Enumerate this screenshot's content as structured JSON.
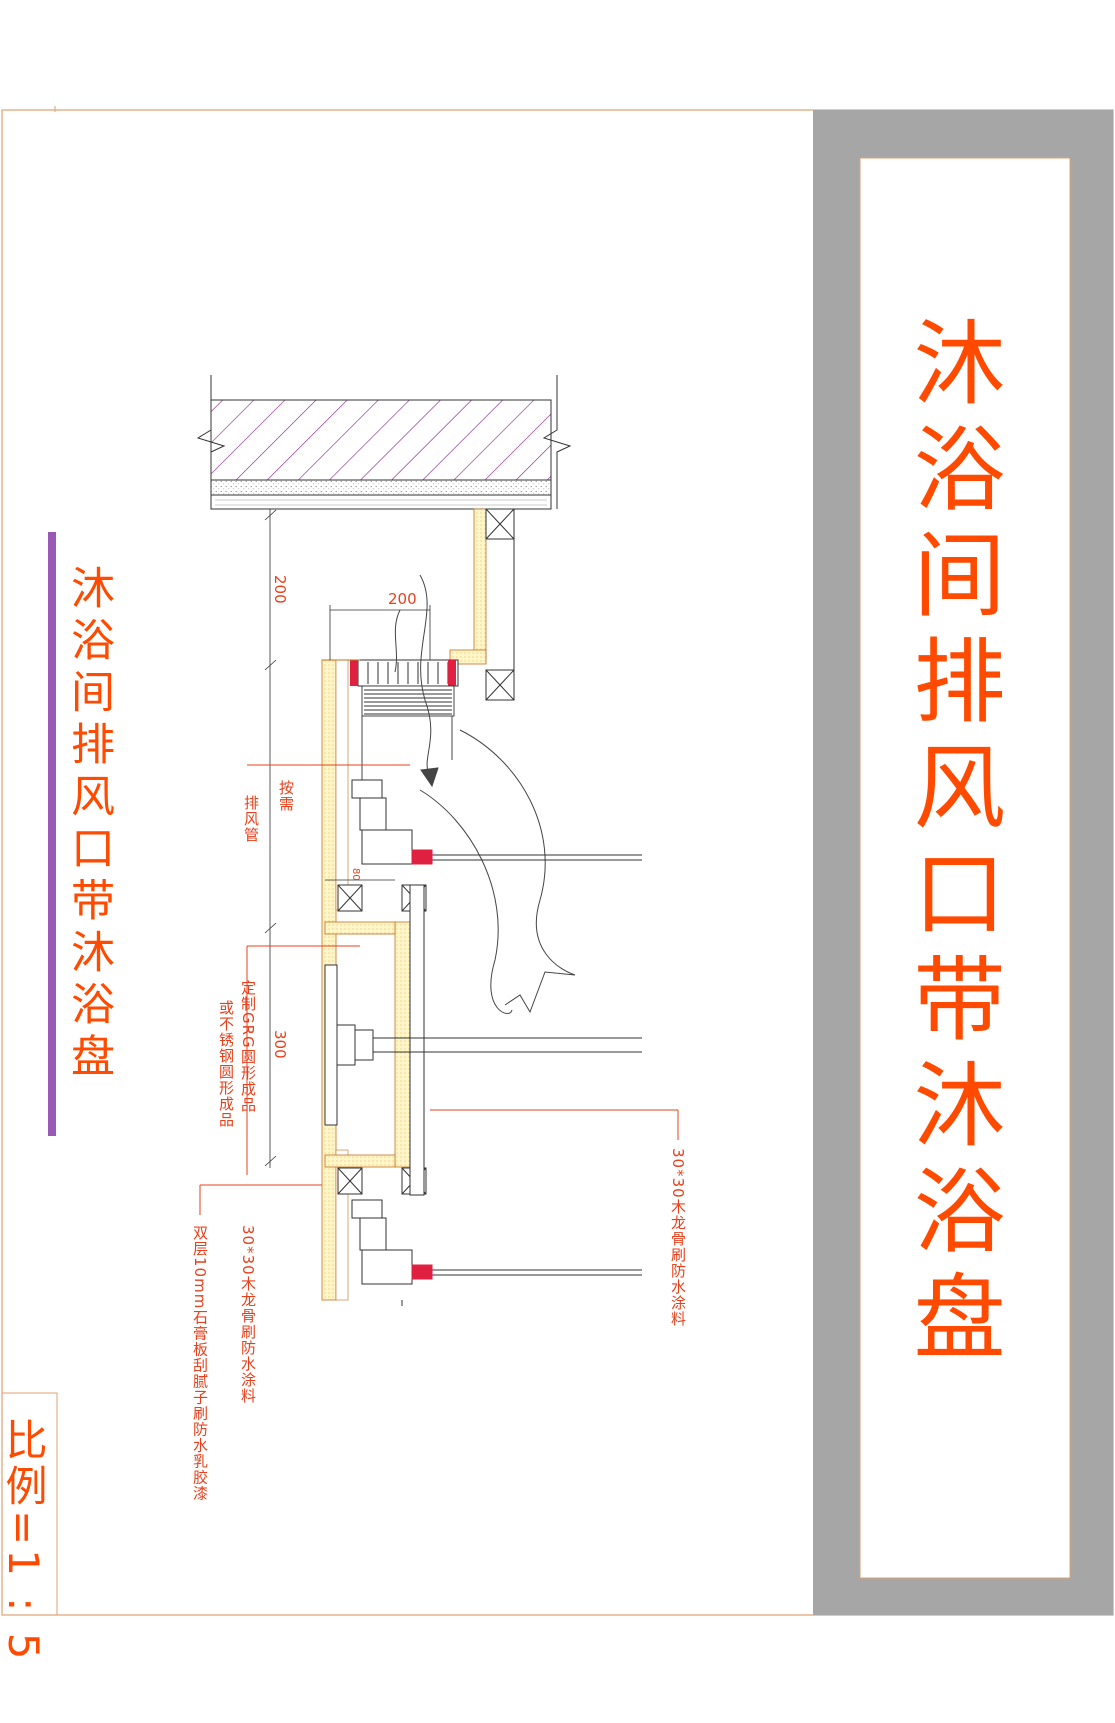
{
  "drawing": {
    "main_title": "沐浴间排风口带沐浴盘",
    "side_title": "沐浴间排风口带沐浴盘",
    "scale": "比例=1 : 5"
  },
  "labels": {
    "button": "按需",
    "exhaust_pipe": "排风管",
    "grg_line1": "定制GRG圆形成品",
    "grg_line2": "或不锈钢圆形成品",
    "keel_left": "30*30木龙骨刷防水涂料",
    "gypsum": "双层10mm石膏板刮腻子刷防水乳胶漆",
    "keel_right": "30*30木龙骨刷防水涂料"
  },
  "dimensions": {
    "d1": "200",
    "d2": "200",
    "d3": "300",
    "d4": "80"
  },
  "colors": {
    "annotation": "#e8401c",
    "title": "#ff4a00",
    "title_band": "#a6a6a6",
    "border": "#e0a070",
    "accent_bar": "#9b59b6",
    "hatch": "#8b2f8b",
    "line": "#222222"
  }
}
